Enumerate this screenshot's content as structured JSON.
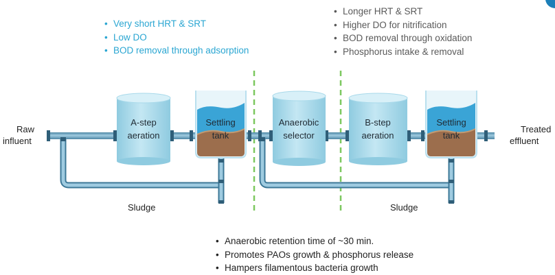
{
  "a_stage_notes": [
    "Very short HRT & SRT",
    "Low DO",
    "BOD removal through adsorption"
  ],
  "b_stage_notes": [
    "Longer HRT & SRT",
    "Higher DO for nitrification",
    "BOD removal through oxidation",
    "Phosphorus intake & removal"
  ],
  "selector_notes": [
    "Anaerobic retention time of ~30 min.",
    "Promotes PAOs growth & phosphorus release",
    "Hampers filamentous bacteria growth"
  ],
  "inlet_label": [
    "Raw",
    "influent"
  ],
  "outlet_label": [
    "Treated",
    "effluent"
  ],
  "units": {
    "a_step": [
      "A-step",
      "aeration"
    ],
    "settling_1": [
      "Settling",
      "tank"
    ],
    "anaerobic": [
      "Anaerobic",
      "selector"
    ],
    "b_step": [
      "B-step",
      "aeration"
    ],
    "settling_2": [
      "Settling",
      "tank"
    ]
  },
  "sludge_labels": [
    "Sludge",
    "Sludge"
  ],
  "colors": {
    "a_stage_text": "#2aa6d2",
    "b_stage_text": "#595959",
    "pipe": "#6fa9c6",
    "pipe_edge": "#3d7897",
    "valve": "#2f5e78",
    "tank_water": "#a8d9ea",
    "settler_water": "#3aa4d6",
    "sludge": "#9c6e4d",
    "divider": "#7cc85f"
  }
}
